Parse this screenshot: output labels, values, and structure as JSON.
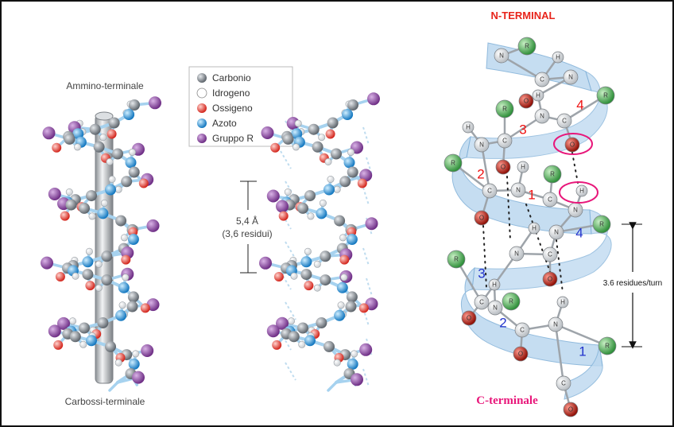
{
  "left_panel": {
    "top_label": "Ammino-terminale",
    "bottom_label": "Carbossi-terminale",
    "pitch_label_line1": "5,4 Å",
    "pitch_label_line2": "(3,6 residui)"
  },
  "legend": {
    "items": [
      {
        "label": "Carbonio",
        "color": "#8a9097"
      },
      {
        "label": "Idrogeno",
        "color": "#ffffff"
      },
      {
        "label": "Ossigeno",
        "color": "#e8493f"
      },
      {
        "label": "Azoto",
        "color": "#2a9ad8"
      },
      {
        "label": "Gruppo R",
        "color": "#8d4aa0"
      }
    ]
  },
  "right_panel": {
    "title_top": "N-TERMINAL",
    "title_bottom": "C-terminale",
    "pitch_label": "3.6 residues/turn",
    "atom_letters": {
      "carbon": "C",
      "nitrogen": "N",
      "oxygen": "O",
      "hydrogen": "H",
      "r_group": "R"
    },
    "red_numbers": [
      "4",
      "3",
      "2",
      "1"
    ],
    "blue_numbers": [
      "4",
      "3",
      "2",
      "1"
    ],
    "colors": {
      "n_terminal": "#e8241b",
      "c_terminal": "#e8177a",
      "ribbon": "#bcd8ef"
    }
  }
}
